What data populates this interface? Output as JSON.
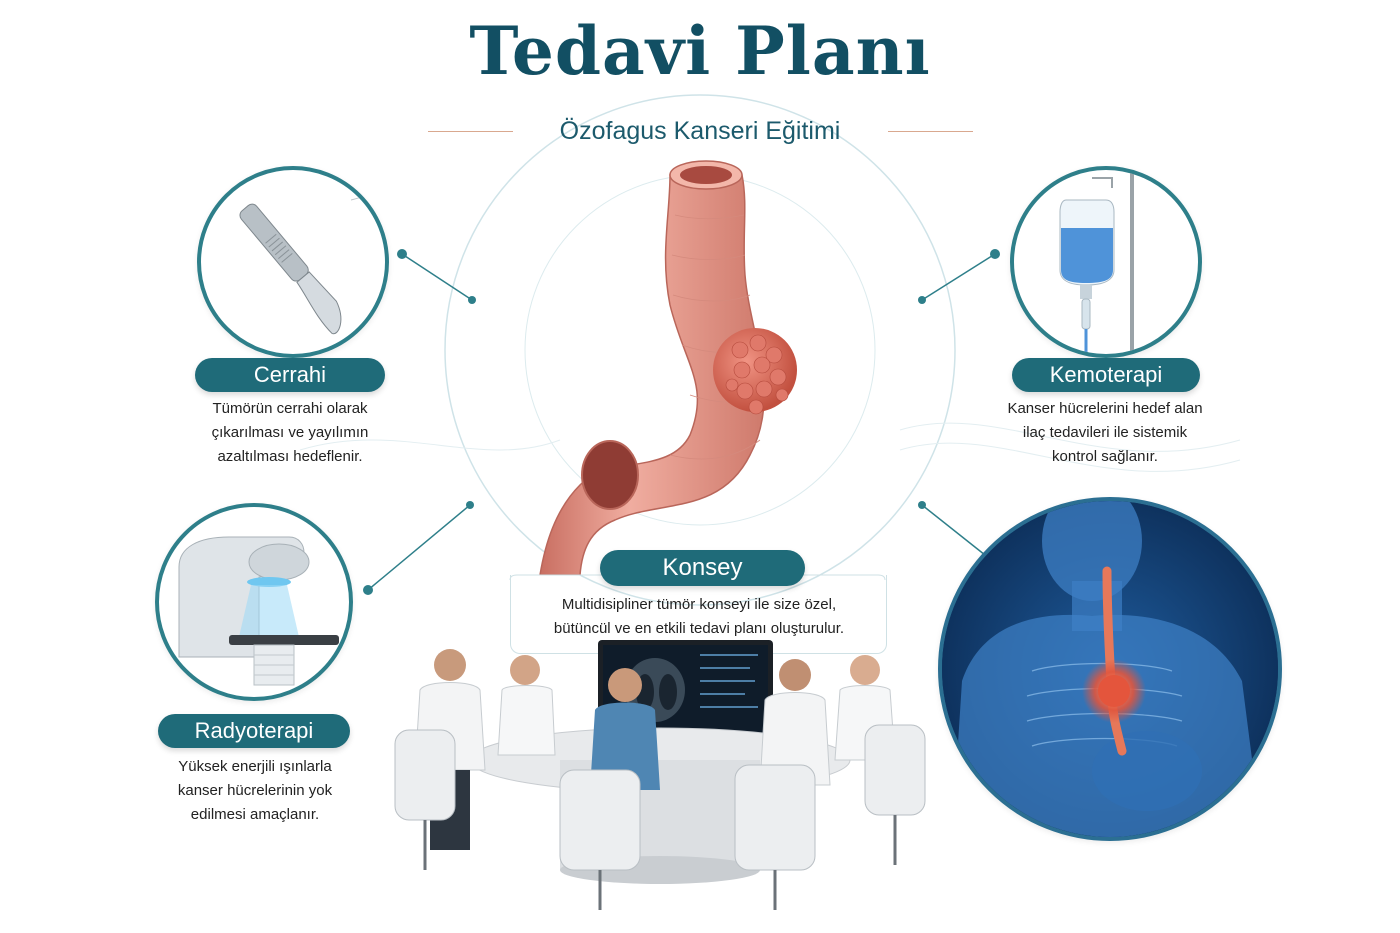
{
  "header": {
    "title": "Tedavi Planı",
    "subtitle": "Özofagus Kanseri Eğitimi"
  },
  "treatments": {
    "cerrahi": {
      "label": "Cerrahi",
      "line1": "Tümörün cerrahi olarak",
      "line2": "çıkarılması ve yayılımın",
      "line3": "azaltılması hedeflenir.",
      "icon": "scalpel-icon"
    },
    "kemoterapi": {
      "label": "Kemoterapi",
      "line1": "Kanser hücrelerini hedef alan",
      "line2": "ilaç tedavileri ile sistemik",
      "line3": "kontrol sağlanır.",
      "icon": "iv-drip-icon"
    },
    "radyoterapi": {
      "label": "Radyoterapi",
      "line1": "Yüksek enerjili ışınlarla",
      "line2": "kanser hücrelerinin yok",
      "line3": "edilmesi amaçlanır.",
      "icon": "radiotherapy-machine-icon"
    },
    "konsey": {
      "label": "Konsey",
      "line1": "Multidisipliner tümör konseyi ile size özel,",
      "line2": "bütüncül ve en etkili tedavi planı oluşturulur.",
      "icon": "medical-team-illustration"
    }
  },
  "colors": {
    "primary": "#124f63",
    "pill": "#1f6b79",
    "ring": "#2e7f8a",
    "accent_rule": "#d9a88f",
    "esophagus": "#e59a8c",
    "tumor": "#d4604f",
    "anatomy_blue": "#1a5c9a"
  }
}
